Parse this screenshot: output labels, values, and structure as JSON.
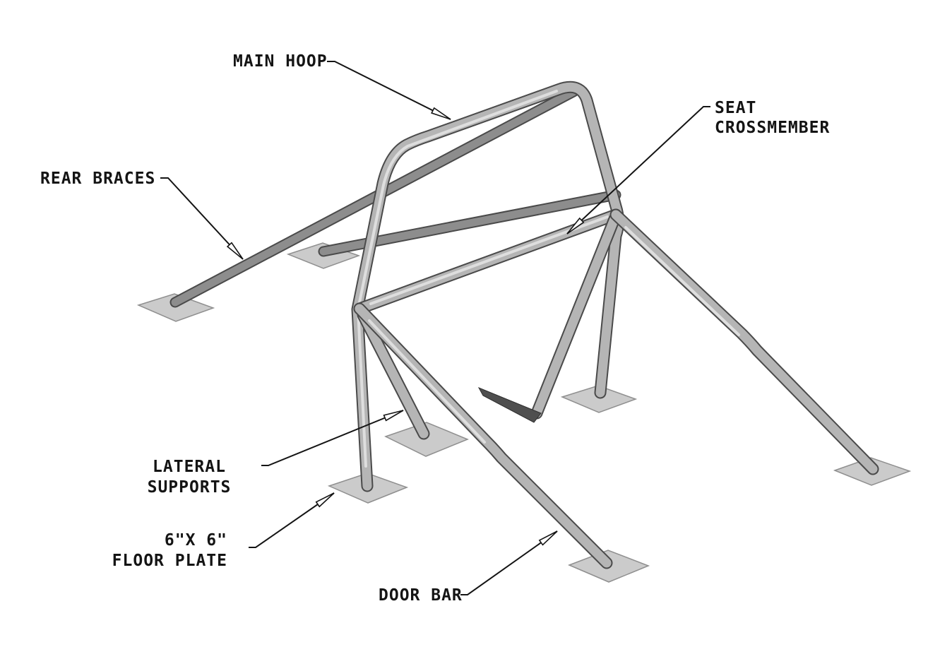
{
  "diagram": {
    "labels": {
      "main_hoop": {
        "text": "MAIN HOOP"
      },
      "seat_crossmember": {
        "line1": "SEAT",
        "line2": "CROSSMEMBER"
      },
      "rear_braces": {
        "text": "REAR BRACES"
      },
      "lateral_supports": {
        "line1": "LATERAL",
        "line2": "SUPPORTS"
      },
      "floor_plate": {
        "line1": "6\"X 6\"",
        "line2": "FLOOR PLATE"
      },
      "door_bar": {
        "text": "DOOR BAR"
      }
    },
    "colors": {
      "background": "#ffffff",
      "tube_body": "#b5b5b5",
      "tube_highlight": "#dedede",
      "tube_dark": "#8d8d8d",
      "tube_outline": "#4a4a4a",
      "plate_fill": "#cbcbcb",
      "plate_edge": "#8f8f8f",
      "annotation": "#141414"
    }
  }
}
